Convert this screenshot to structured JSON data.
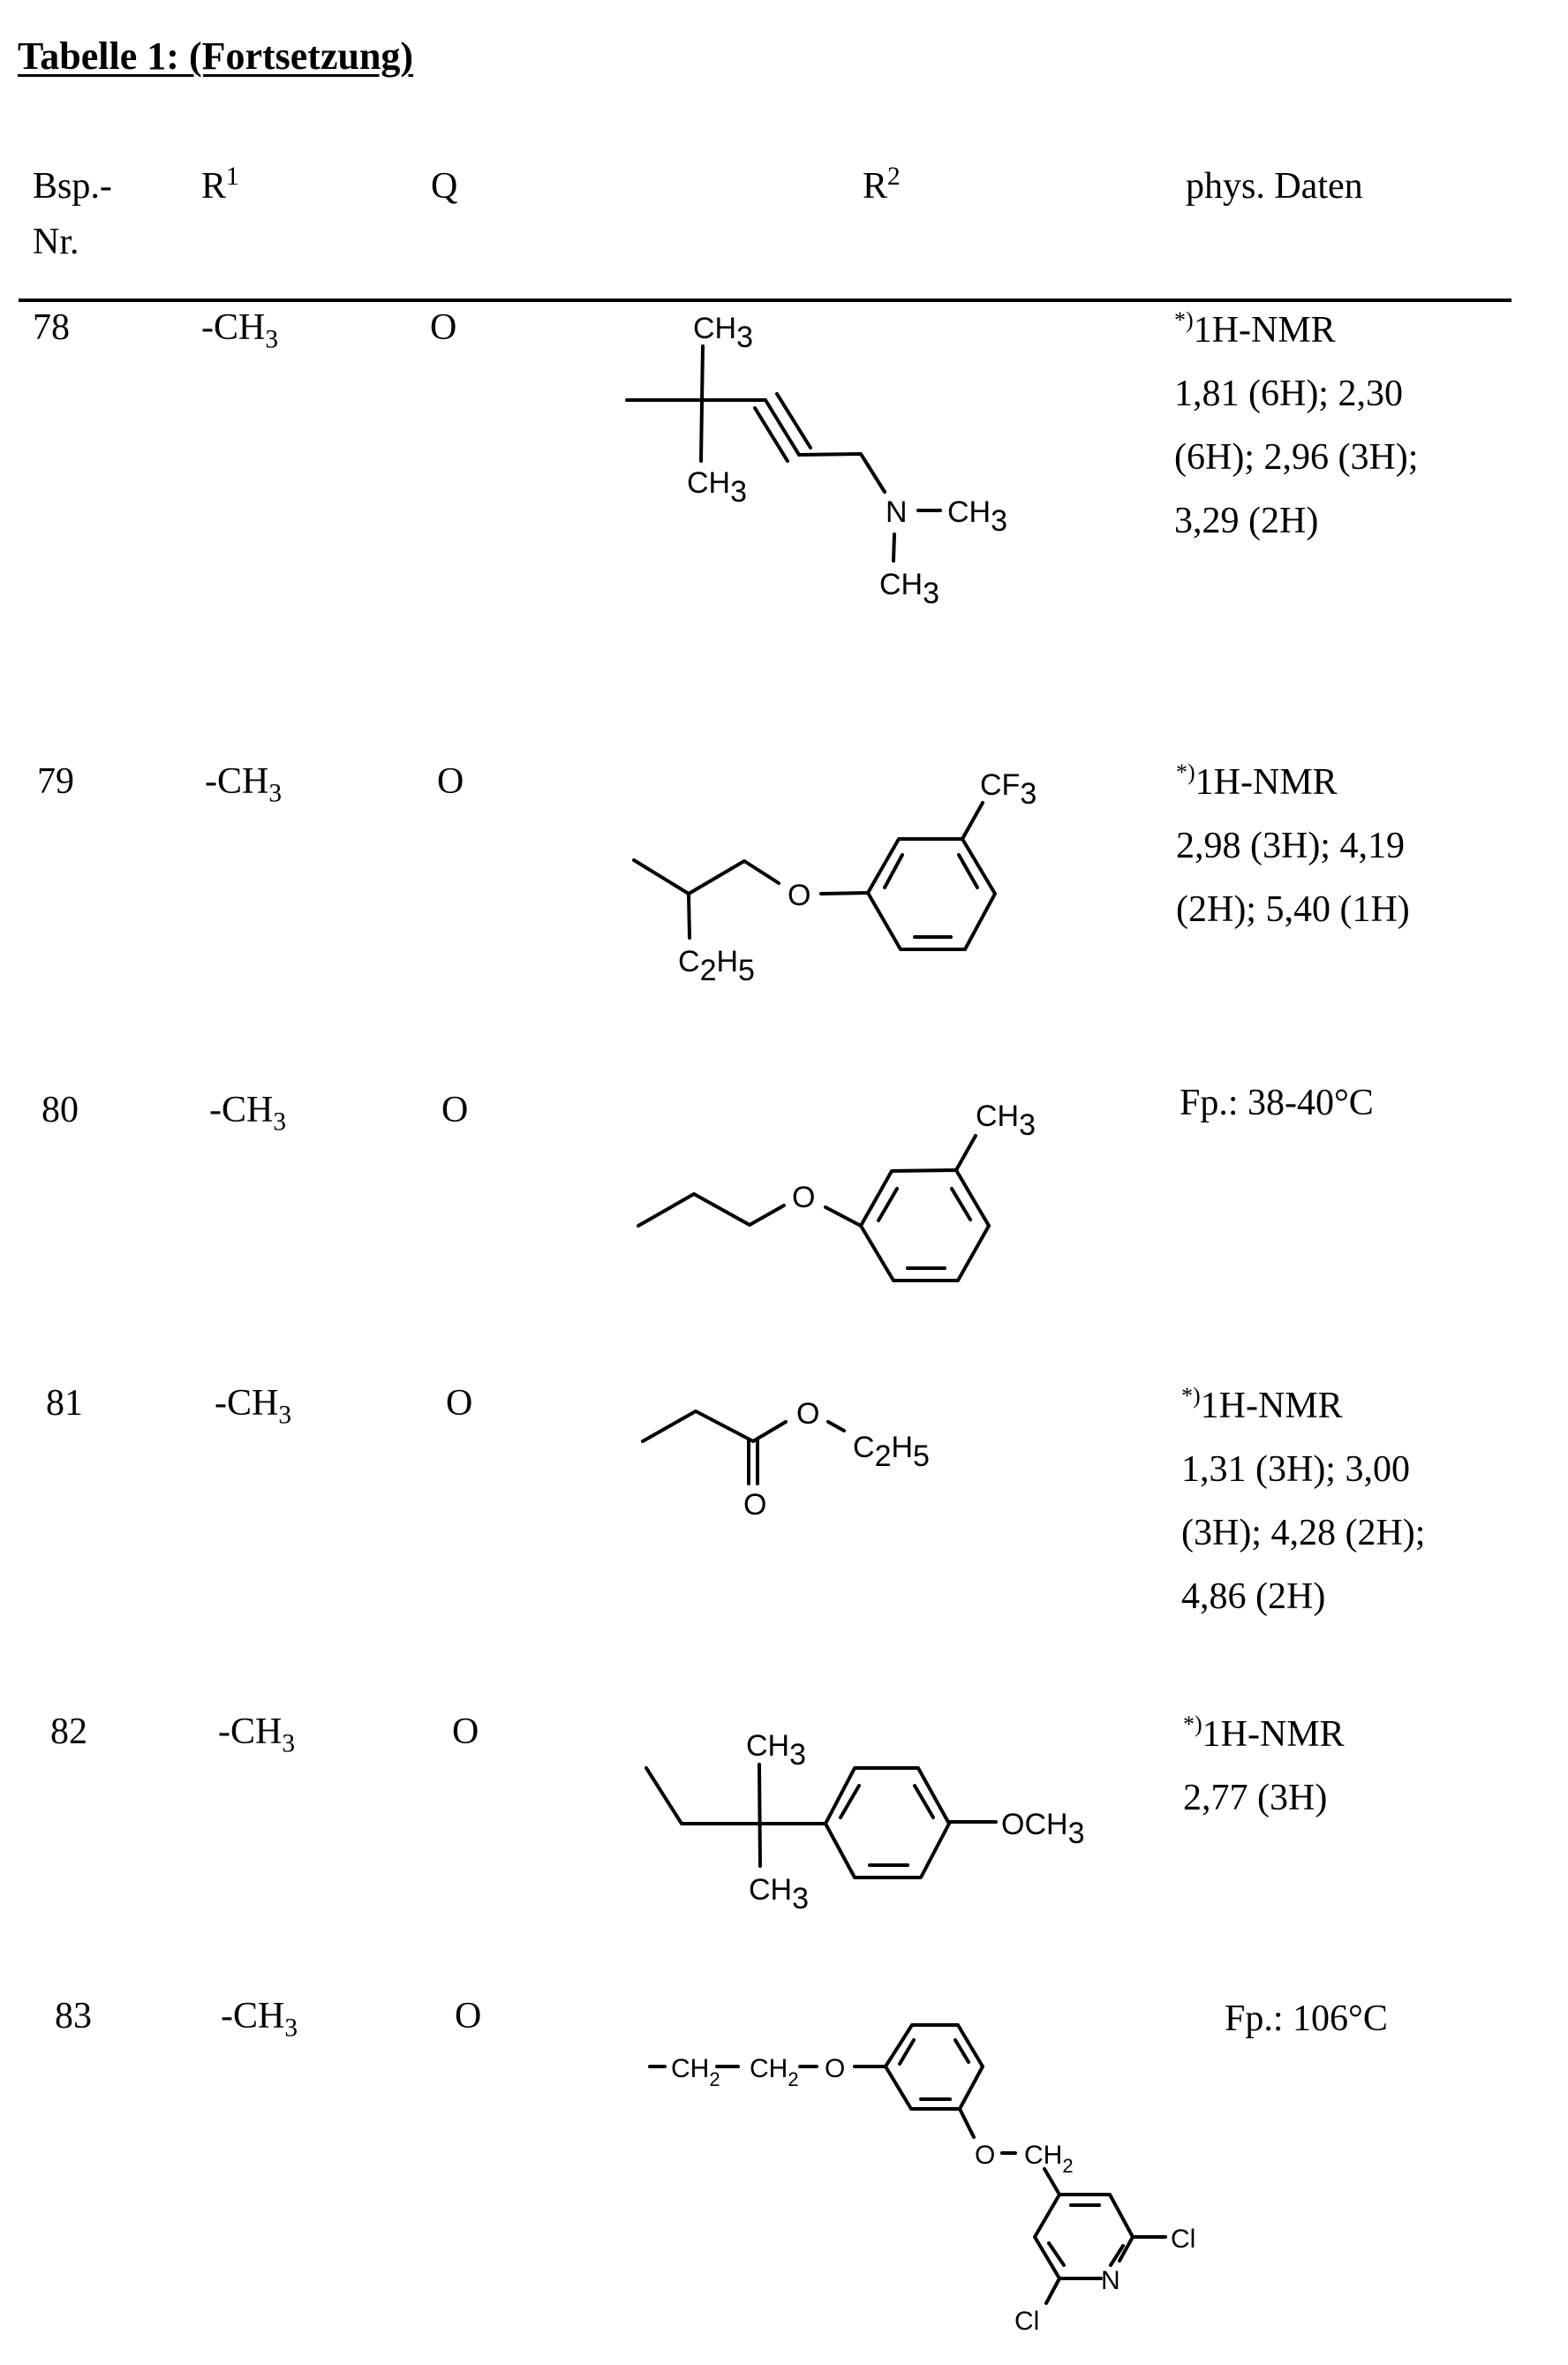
{
  "title": "Tabelle 1: (Fortsetzung)",
  "header": {
    "col1_line1": "Bsp.-",
    "col1_line2": "Nr.",
    "col2": "R",
    "col2_sup": "1",
    "col3": "Q",
    "col4": "R",
    "col4_sup": "2",
    "col5": "phys. Daten"
  },
  "rows": [
    {
      "nr": "78",
      "r1": "-CH",
      "r1_sub": "3",
      "q": "O",
      "r2_structure": "2-methyl-pent-3-yn-2-yl with 5-N,N-dimethylamino (C(CH3)2-C≡C-CH2-N(CH3)2)",
      "r2_labels": [
        "CH3",
        "CH3",
        "N",
        "CH3",
        "CH3"
      ],
      "phys_prefix": "*)",
      "phys_lines": [
        "1H-NMR",
        "1,81 (6H); 2,30",
        "(6H); 2,96 (3H);",
        "3,29 (2H)"
      ]
    },
    {
      "nr": "79",
      "r1": "-CH",
      "r1_sub": "3",
      "q": "O",
      "r2_structure": "1-(3-trifluoromethylphenoxy)butan-2-yl",
      "r2_labels": [
        "CF3",
        "O",
        "C2H5"
      ],
      "phys_prefix": "*)",
      "phys_lines": [
        "1H-NMR",
        "2,98 (3H); 4,19",
        "(2H); 5,40 (1H)"
      ]
    },
    {
      "nr": "80",
      "r1": "-CH",
      "r1_sub": "3",
      "q": "O",
      "r2_structure": "2-(3-methylphenoxy)ethyl",
      "r2_labels": [
        "CH3",
        "O"
      ],
      "phys_prefix": "",
      "phys_lines": [
        "Fp.: 38-40°C"
      ]
    },
    {
      "nr": "81",
      "r1": "-CH",
      "r1_sub": "3",
      "q": "O",
      "r2_structure": "CH2-C(=O)-O-C2H5",
      "r2_labels": [
        "O",
        "C2H5",
        "O"
      ],
      "phys_prefix": "*)",
      "phys_lines": [
        "1H-NMR",
        "1,31 (3H); 3,00",
        "(3H); 4,28 (2H);",
        "4,86 (2H)"
      ]
    },
    {
      "nr": "82",
      "r1": "-CH",
      "r1_sub": "3",
      "q": "O",
      "r2_structure": "2-(4-methoxyphenyl)-2-methyl-butyl",
      "r2_labels": [
        "CH3",
        "CH3",
        "OCH3"
      ],
      "phys_prefix": "*)",
      "phys_lines": [
        "1H-NMR",
        "2,77 (3H)"
      ]
    },
    {
      "nr": "83",
      "r1": "-CH",
      "r1_sub": "3",
      "q": "O",
      "r2_structure": "-CH2-CH2-O-(3-(2,6-dichloropyridin-4-ylmethoxy)phenyl)",
      "r2_labels": [
        "-CH2",
        "CH2",
        "O",
        "O",
        "CH2",
        "N",
        "Cl",
        "Cl"
      ],
      "phys_prefix": "",
      "phys_lines": [
        "Fp.: 106°C"
      ]
    }
  ]
}
